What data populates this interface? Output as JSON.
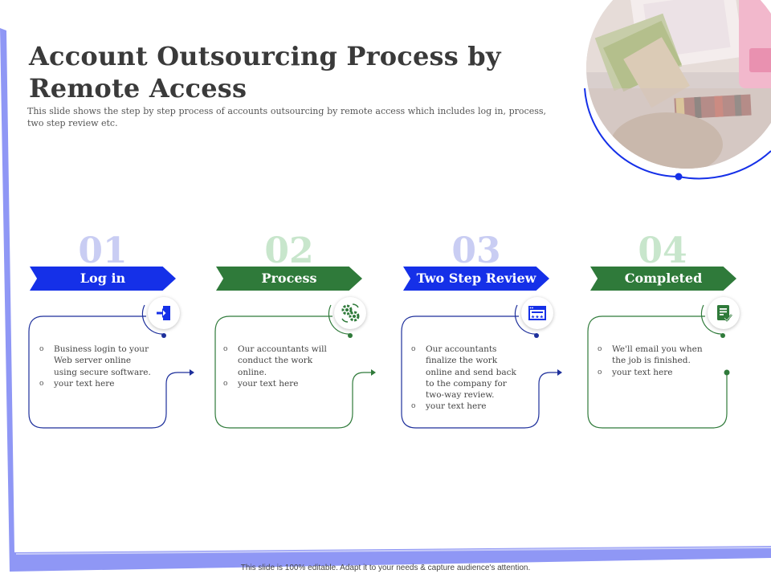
{
  "title": "Account Outsourcing Process by Remote Access",
  "subtitle": "This slide shows the step by step process of accounts outsourcing by remote access which includes log in, process, two step review etc.",
  "colors": {
    "blue": "#1530e8",
    "green": "#2f7a3a",
    "frame": "#8f97f5"
  },
  "steps": [
    {
      "number": "01",
      "label": "Log in",
      "icon": "login-icon",
      "bullets": [
        "Business login to your Web server online using secure software.",
        "your text here"
      ]
    },
    {
      "number": "02",
      "label": "Process",
      "icon": "gears-icon",
      "bullets": [
        "Our accountants will conduct the work online.",
        "your text here"
      ]
    },
    {
      "number": "03",
      "label": "Two Step Review",
      "icon": "review-browser-icon",
      "bullets": [
        "Our accountants finalize the work online and send back to the company for two-way review.",
        "your text here"
      ]
    },
    {
      "number": "04",
      "label": "Completed",
      "icon": "checklist-icon",
      "bullets": [
        "We'll email you when the job is finished.",
        "your text here"
      ]
    }
  ],
  "footer": "This slide is 100% editable. Adapt it to your needs & capture audience's attention."
}
